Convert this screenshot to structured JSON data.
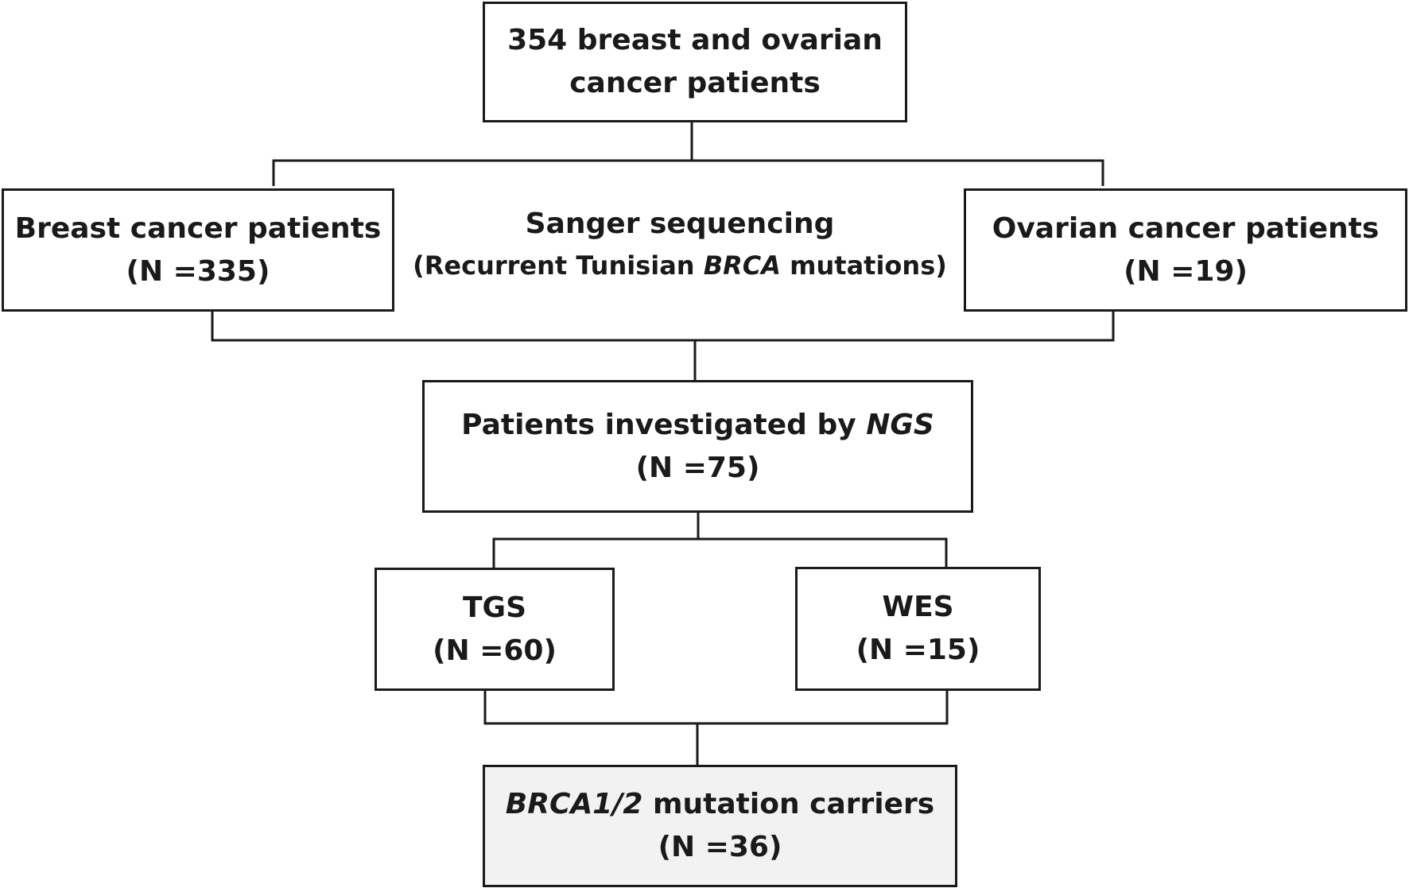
{
  "nodes": {
    "total": {
      "line1": "354 breast and ovarian",
      "line2": "cancer patients"
    },
    "breast": {
      "label": "Breast cancer patients",
      "count": "(N =335)"
    },
    "ovarian": {
      "label": "Ovarian cancer patients",
      "count": "(N =19)"
    },
    "ngs": {
      "label": "Patients investigated by ",
      "label_italic": "NGS",
      "count": "(N =75)"
    },
    "tgs": {
      "label": "TGS",
      "count": "(N =60)"
    },
    "wes": {
      "label": "WES",
      "count": "(N =15)"
    },
    "carriers": {
      "label_italic": "BRCA1/2",
      "label": " mutation carriers",
      "count": "(N =36)"
    }
  },
  "annotation": {
    "title": "Sanger sequencing",
    "detail_before": "(Recurrent Tunisian ",
    "detail_italic": "BRCA",
    "detail_after": " mutations)"
  },
  "colors": {
    "stroke": "#1a1a1a",
    "result_fill": "#f2f2f2"
  }
}
